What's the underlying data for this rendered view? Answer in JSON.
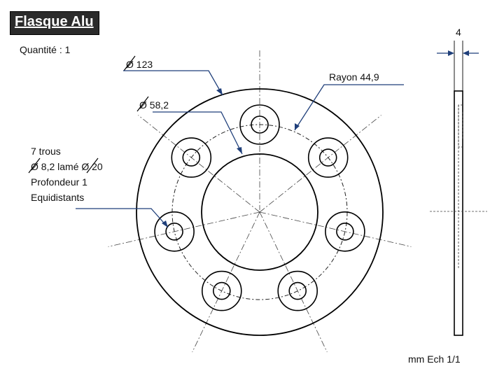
{
  "title": "Flasque Alu",
  "quantity": "Quantité : 1",
  "outer_diameter": "Ø 123",
  "radius_label": "Rayon 44,9",
  "bore_diameter": "Ø 58,2",
  "holes": {
    "line1": "7 trous",
    "line2": "Ø 8,2 lamé Ø 20",
    "line3": "Profondeur 1",
    "line4": "Equidistants"
  },
  "thickness": "4",
  "scale": "mm Ech 1/1",
  "hole_count": 7,
  "colors": {
    "leader": "#1f3f7a",
    "stroke": "#000000",
    "title_bg": "#2b2b2b"
  }
}
